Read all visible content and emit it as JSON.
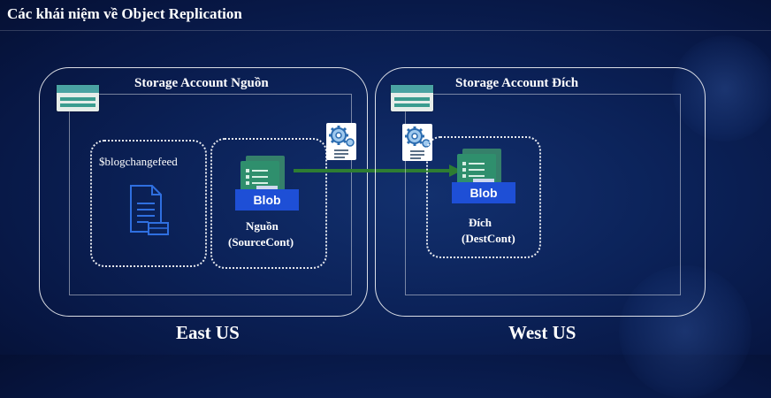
{
  "title": "Các khái niệm về Object Replication",
  "source_account": {
    "label": "Storage Account Nguồn",
    "region": "East US",
    "changefeed_label": "$blogchangefeed",
    "container_label_line1": "Nguồn",
    "container_label_line2": "(SourceCont)",
    "blob_label": "Blob"
  },
  "dest_account": {
    "label": "Storage Account Đích",
    "region": "West US",
    "container_label_line1": "Đích",
    "container_label_line2": "(DestCont)",
    "blob_label": "Blob"
  },
  "colors": {
    "background": "#0b2157",
    "arrow": "#2e7d32",
    "blob_bar": "#1e4fd6",
    "blob_page": "#2f8f6d",
    "account_icon_accent": "#4aa3a2"
  },
  "icons": [
    "storage-account-icon",
    "document-icon",
    "blob-container-icon",
    "replication-policy-gear-icon",
    "arrow-right-icon"
  ]
}
